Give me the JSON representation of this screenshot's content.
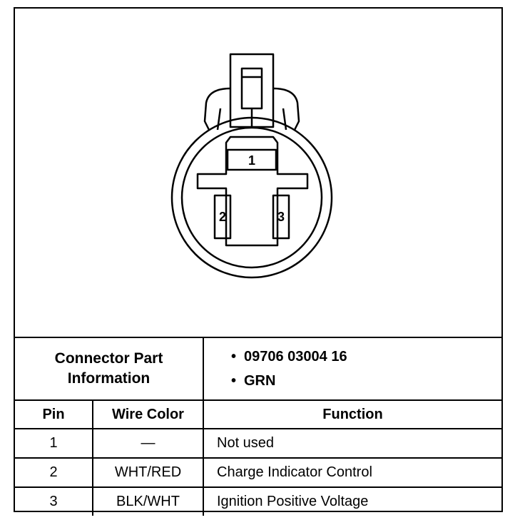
{
  "diagram": {
    "pin_labels": [
      "1",
      "2",
      "3"
    ]
  },
  "connector_info": {
    "label_line1": "Connector Part",
    "label_line2": "Information",
    "items": [
      "09706 03004 16",
      "GRN"
    ]
  },
  "table": {
    "headers": [
      "Pin",
      "Wire Color",
      "Function"
    ],
    "rows": [
      {
        "pin": "1",
        "wire_color": "—",
        "function": "Not used"
      },
      {
        "pin": "2",
        "wire_color": "WHT/RED",
        "function": "Charge Indicator Control"
      },
      {
        "pin": "3",
        "wire_color": "BLK/WHT",
        "function": "Ignition Positive Voltage"
      }
    ]
  }
}
